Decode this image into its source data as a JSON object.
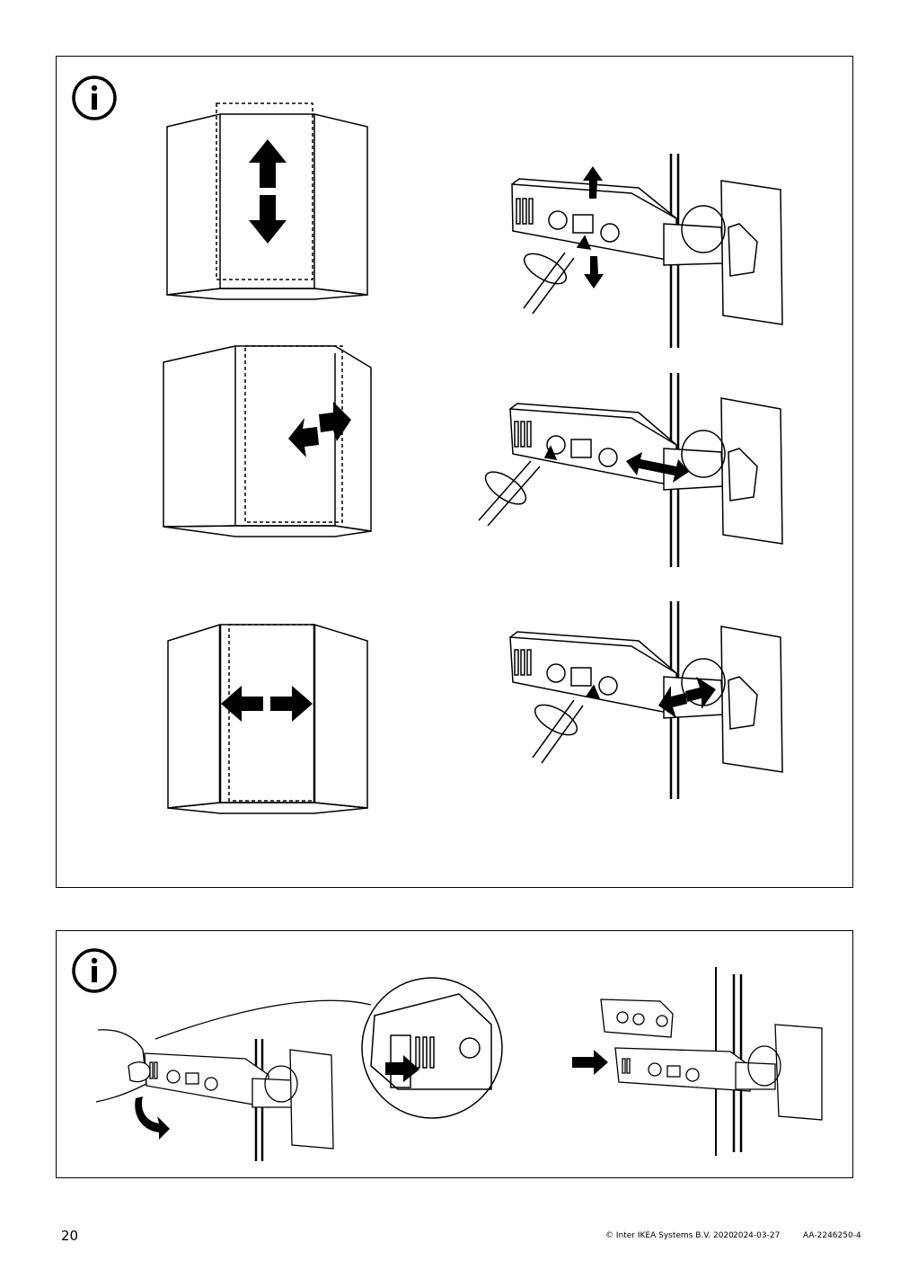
{
  "page": {
    "number": "20"
  },
  "footer": {
    "copyright": "© Inter IKEA Systems B.V. 2020",
    "date": "2024-03-27",
    "document_id": "AA-2246250-4"
  },
  "icons": {
    "info": "information-icon"
  },
  "colors": {
    "ink": "#000000",
    "paper": "#ffffff"
  }
}
